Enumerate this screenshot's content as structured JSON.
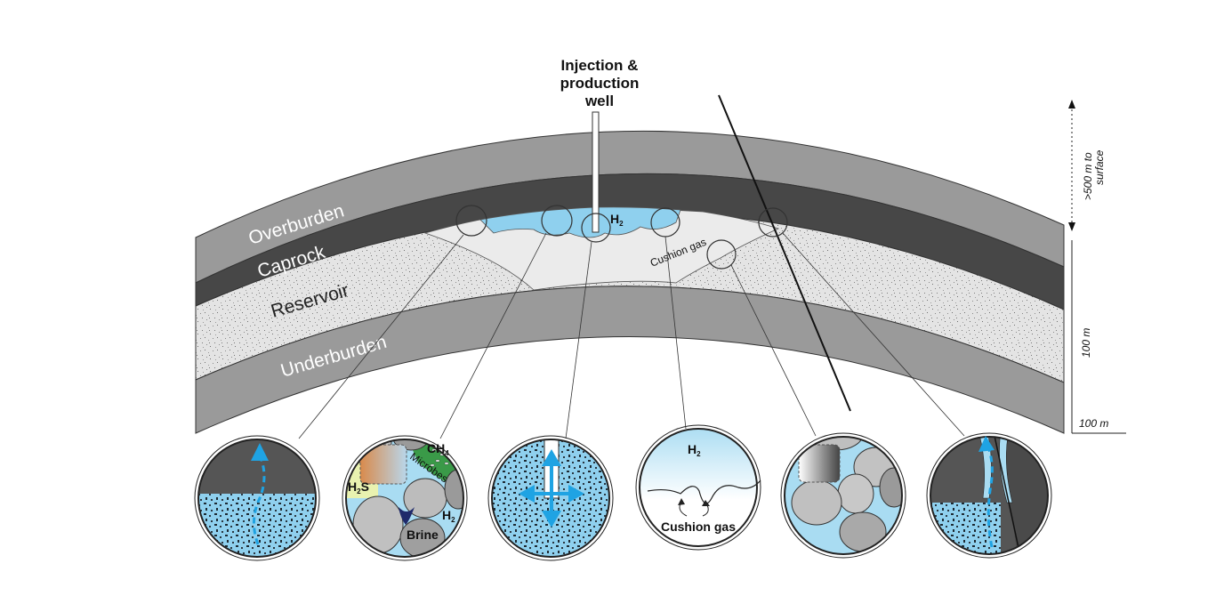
{
  "well": {
    "label_line1": "Injection &",
    "label_line2": "production",
    "label_line3": "well",
    "h2_label": "H",
    "h2_sub": "2"
  },
  "layers": {
    "overburden": "Overburden",
    "caprock": "Caprock",
    "reservoir": "Reservoir",
    "underburden": "Underburden",
    "cushion_gas": "Cushion gas"
  },
  "scale": {
    "depth_note_line1": ">500 m to",
    "depth_note_line2": "surface",
    "vertical": "100 m",
    "horizontal": "100 m"
  },
  "insets": {
    "microbial": {
      "h2s": "H",
      "h2s_sub": "2",
      "h2s_tail": "S",
      "ch4": "CH",
      "ch4_sub": "4",
      "microbes": "Microbes",
      "h2": "H",
      "h2_sub": "2",
      "brine": "Brine"
    },
    "cushion": {
      "h2": "H",
      "h2_sub": "2",
      "label": "Cushion gas"
    }
  },
  "colors": {
    "overburden": "#9a9a9a",
    "caprock": "#474747",
    "reservoir": "#e3e3e3",
    "hydrogen": "#8fd0ee",
    "brine": "#8fd0ee",
    "arrow": "#1fa3e3",
    "gas_zone": "#ebebeb"
  },
  "icons": [
    "leak-arrow-icon",
    "flow-arrows-icon",
    "cushion-gas-arrow-icon",
    "fault-leak-arrow-icon"
  ]
}
